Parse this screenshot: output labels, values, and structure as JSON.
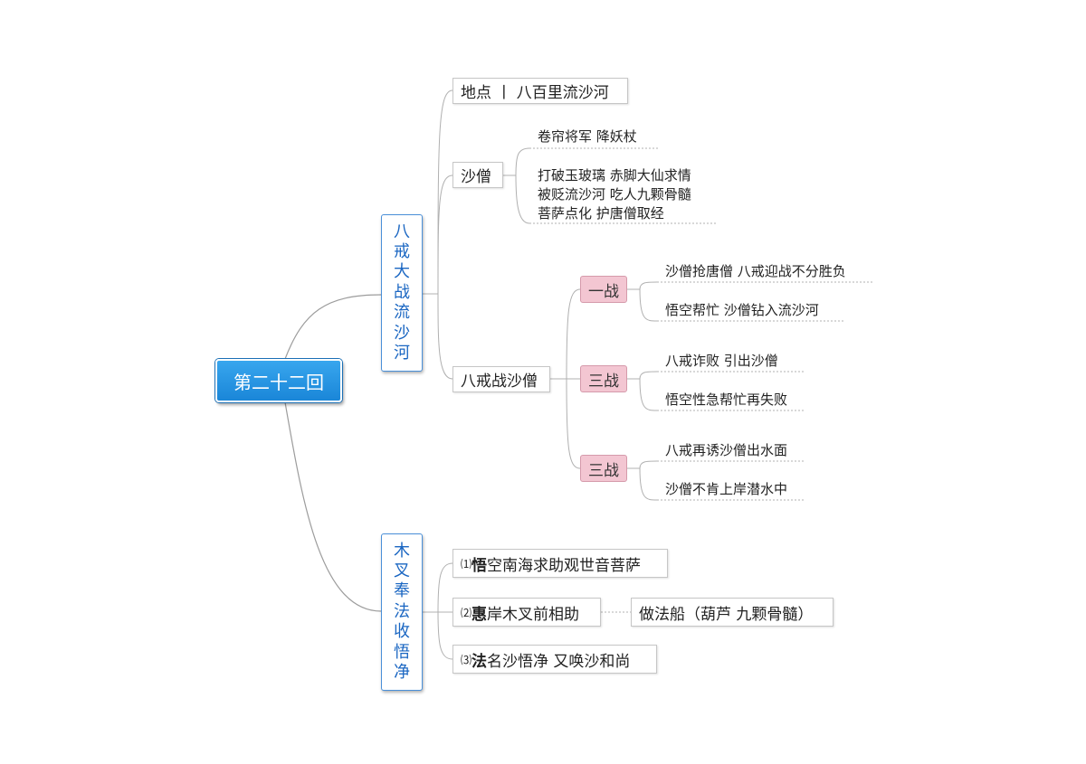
{
  "root": {
    "label": "第二十二回"
  },
  "branch1": {
    "label_chars": [
      "八",
      "戒",
      "大",
      "战",
      "流",
      "沙",
      "河"
    ],
    "location": "地点 丨 八百里流沙河",
    "shaseng": {
      "label": "沙僧",
      "details": [
        "卷帘将军  降妖杖",
        "打破玉玻璃  赤脚大仙求情",
        "被贬流沙河  吃人九颗骨髓",
        "菩萨点化         护唐僧取经"
      ]
    },
    "battle": {
      "label": "八戒战沙僧",
      "rounds": [
        {
          "label": "一战",
          "events": [
            "沙僧抢唐僧  八戒迎战不分胜负",
            "悟空帮忙  沙僧钻入流沙河"
          ]
        },
        {
          "label": "三战",
          "events": [
            "八戒诈败   引出沙僧",
            "悟空性急帮忙再失败"
          ]
        },
        {
          "label": "三战",
          "events": [
            "八戒再诱沙僧出水面",
            "沙僧不肯上岸潜水中"
          ]
        }
      ]
    }
  },
  "branch2": {
    "label_chars": [
      "木",
      "叉",
      "奉",
      "法",
      "收",
      "悟",
      "净"
    ],
    "items": [
      {
        "num": "⑴",
        "key": "悟",
        "rest": "空南海求助观世音菩萨"
      },
      {
        "num": "⑵",
        "key": "惠",
        "rest": "岸木叉前相助"
      },
      {
        "num": "⑶",
        "key": "法",
        "rest": "名沙悟净  又唤沙和尚"
      }
    ],
    "boat": "做法船（葫芦  九颗骨髓）"
  }
}
